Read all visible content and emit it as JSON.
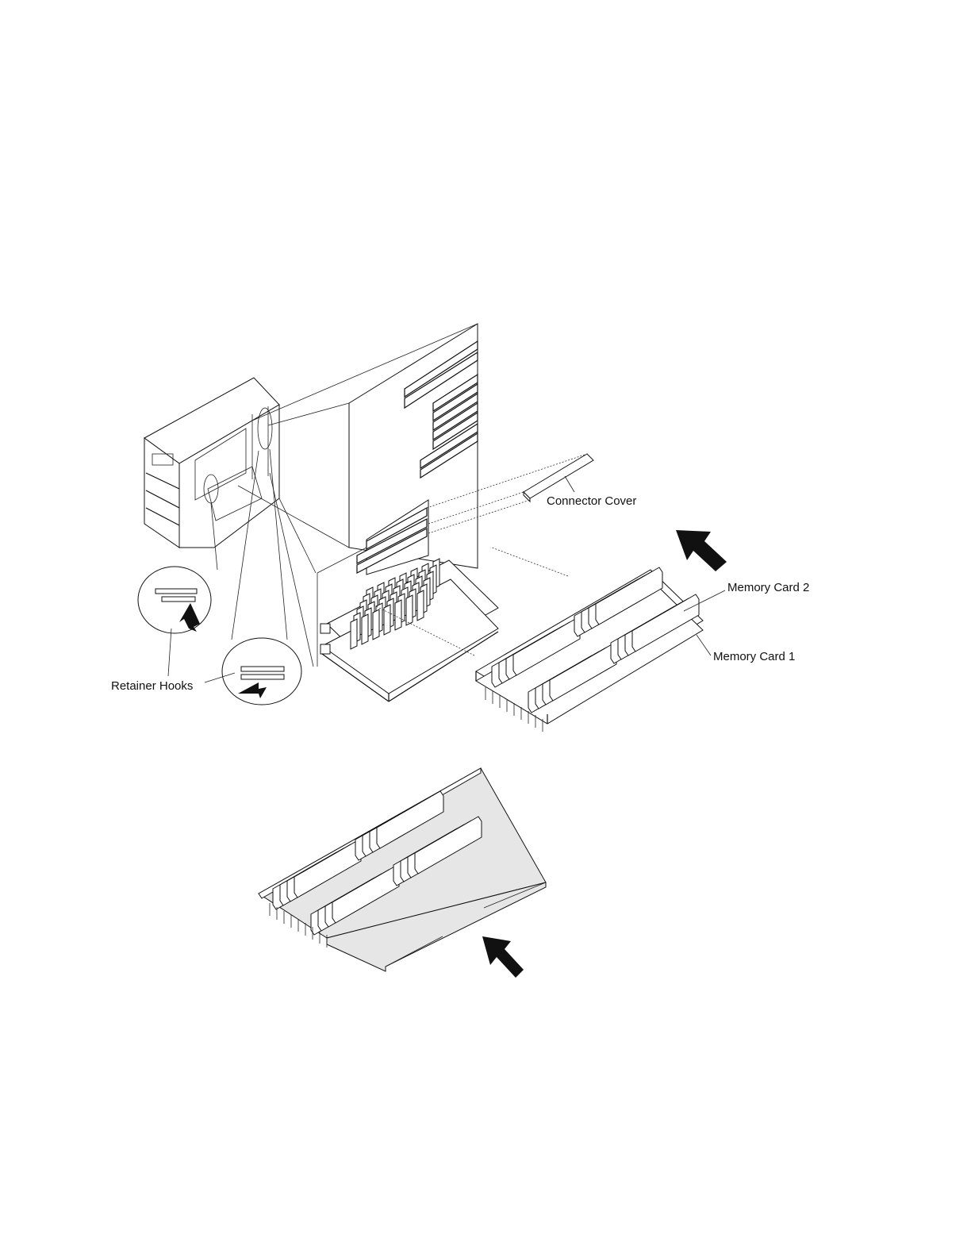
{
  "figure": {
    "labels": {
      "connector_cover": "Connector Cover",
      "memory_card_2": "Memory Card 2",
      "memory_card_1": "Memory Card 1",
      "retainer_hooks": "Retainer Hooks"
    }
  }
}
